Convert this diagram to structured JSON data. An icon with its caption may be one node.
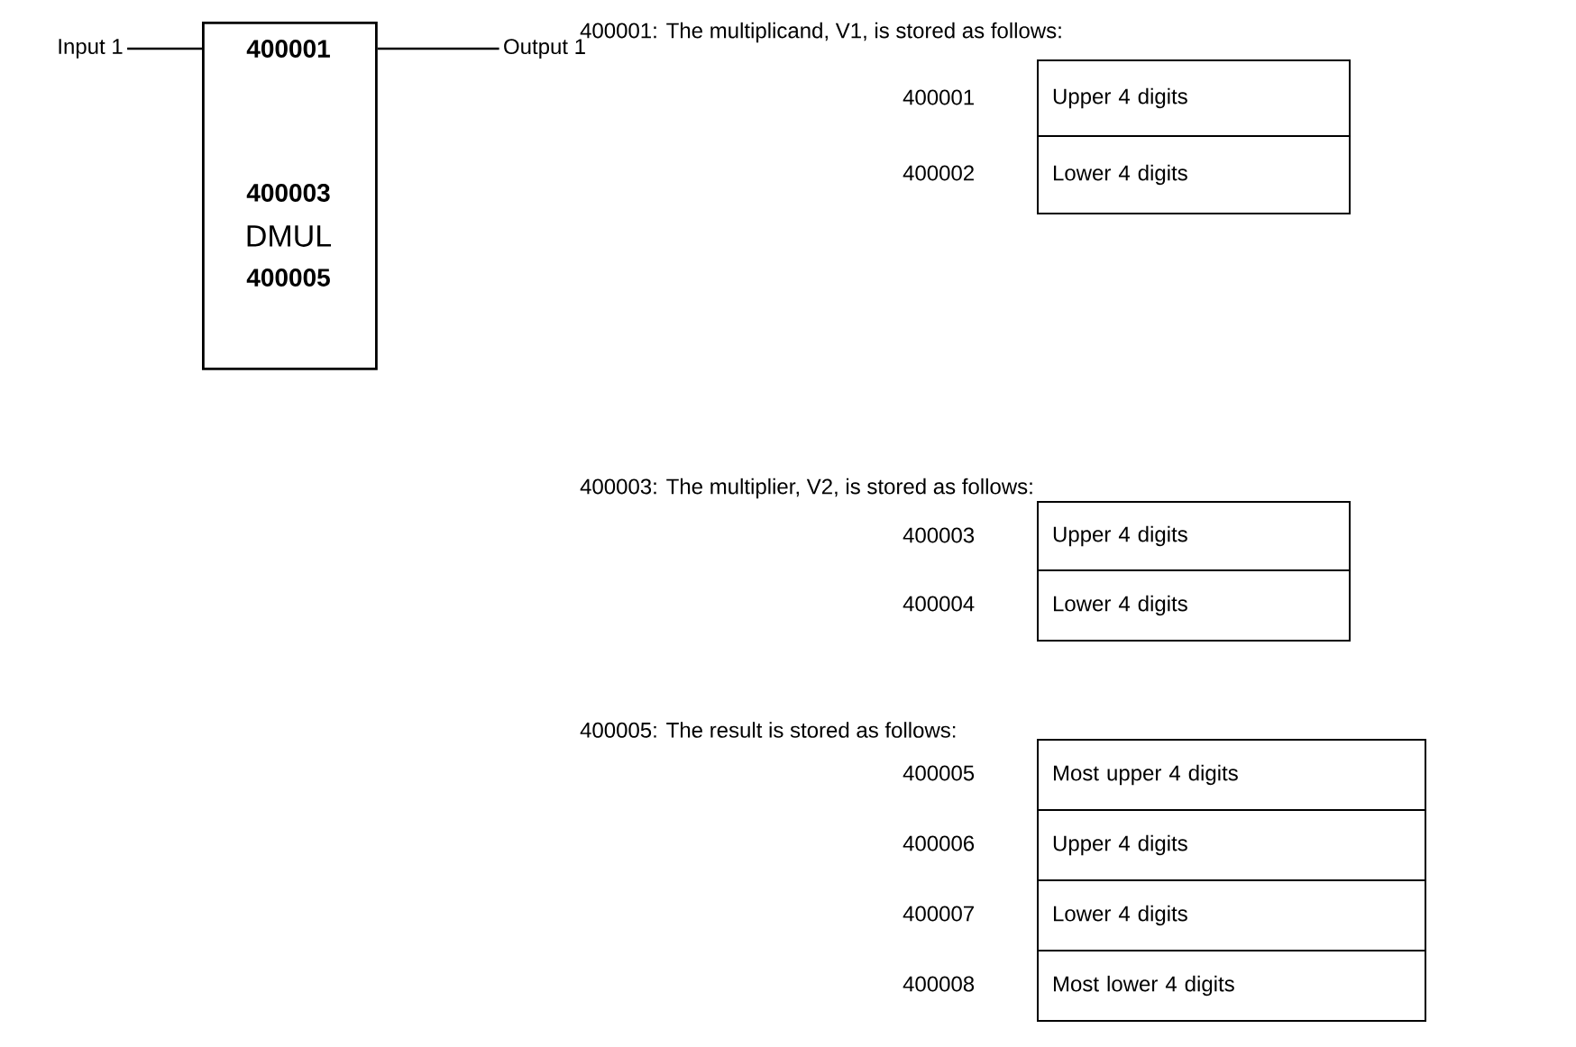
{
  "diagram": {
    "nodes": [
      {
        "text": [
          "400001",
          "400003",
          "DMUL",
          "400005"
        ]
      },
      {
        "text": [
          "Input 1"
        ]
      },
      {
        "text": [
          "Output 1"
        ]
      },
      {
        "text": [
          "Upper 4 digits"
        ],
        "beside": [
          "400001"
        ]
      },
      {
        "text": [
          "Lower 4 digits"
        ],
        "beside": [
          "400002"
        ]
      },
      {
        "text": [
          "Upper 4 digits"
        ],
        "beside": [
          "400003"
        ]
      },
      {
        "text": [
          "Lower 4 digits"
        ],
        "beside": [
          "400004"
        ]
      },
      {
        "text": [
          "Most upper 4 digits"
        ],
        "beside": [
          "400005"
        ]
      },
      {
        "text": [
          "Upper 4 digits"
        ],
        "beside": [
          "400006"
        ]
      },
      {
        "text": [
          "Lower 4 digits"
        ],
        "beside": [
          "400007"
        ]
      },
      {
        "text": [
          "Most lower 4 digits"
        ],
        "beside": [
          "400008"
        ]
      }
    ],
    "edges": [
      {
        "from": 1,
        "to": 0,
        "arrow": "none"
      },
      {
        "from": 0,
        "to": 2,
        "arrow": "none"
      }
    ],
    "labels": [
      "400001: The multiplicand, V1, is stored as follows:",
      "400003: The multiplier, V2, is stored as follows:",
      "400005: The result is stored as follows:"
    ]
  }
}
